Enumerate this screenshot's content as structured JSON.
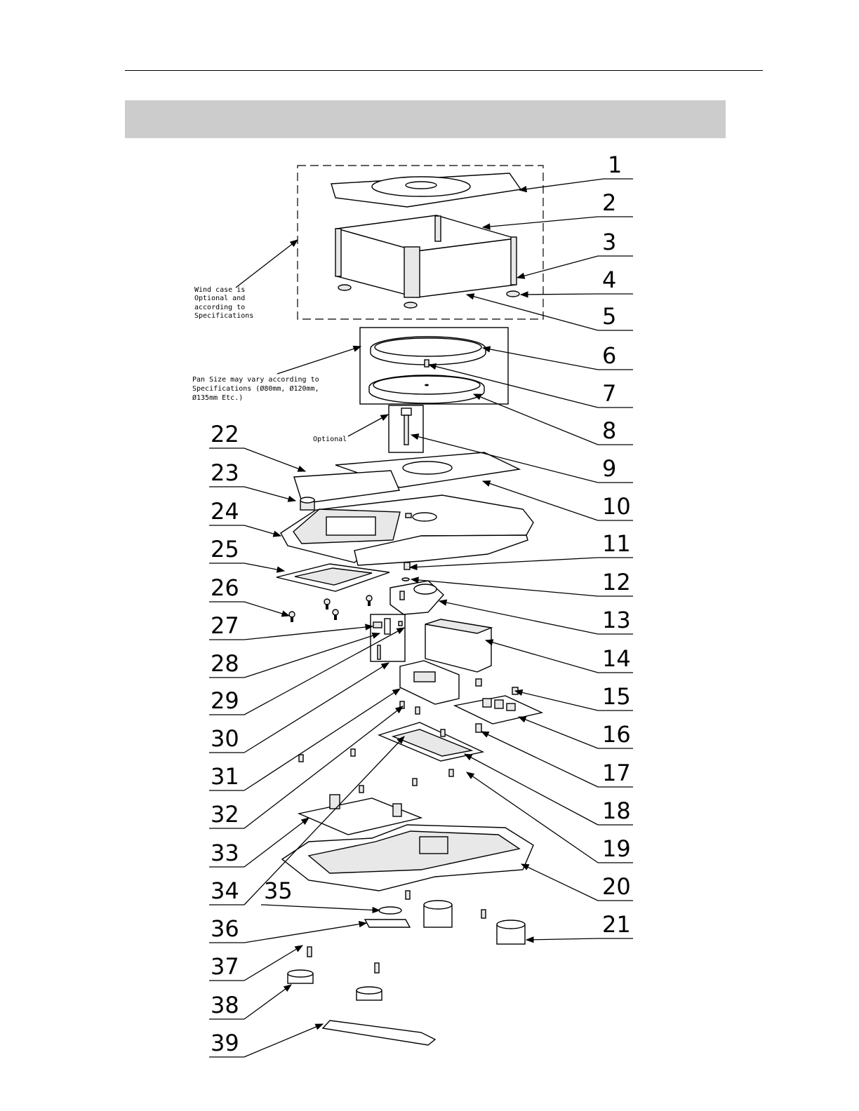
{
  "notes": {
    "wind_case": [
      "Wind case is",
      "Optional and",
      "according to",
      "Specifications"
    ],
    "pan_size": [
      "Pan Size may vary according to",
      "Specifications (Ø80mm, Ø120mm,",
      "Ø135mm Etc.)"
    ],
    "optional": "Optional"
  },
  "part_numbers": [
    "1",
    "2",
    "3",
    "4",
    "5",
    "6",
    "7",
    "8",
    "9",
    "10",
    "11",
    "12",
    "13",
    "14",
    "15",
    "16",
    "17",
    "18",
    "19",
    "20",
    "21",
    "22",
    "23",
    "24",
    "25",
    "26",
    "27",
    "28",
    "29",
    "30",
    "31",
    "32",
    "33",
    "34",
    "35",
    "36",
    "37",
    "38",
    "39"
  ]
}
